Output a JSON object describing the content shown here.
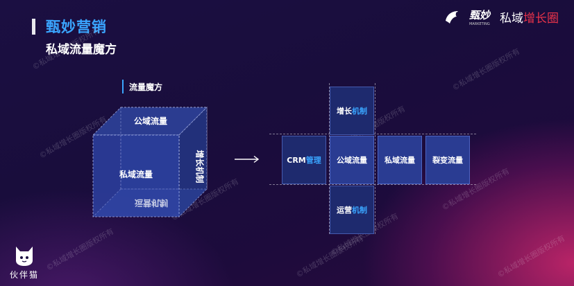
{
  "header": {
    "brand": "甄妙营销",
    "title": "私域流量魔方"
  },
  "logo": {
    "left_text": "甄妙",
    "left_sub": "MARKETING",
    "right_text_a": "私域",
    "right_text_b": "增长圈"
  },
  "watermark": "©私域增长圈版权所有",
  "cube": {
    "label": "流量魔方",
    "top_face": "公域流量",
    "front_face": "私域流量",
    "side_face": "增长机制",
    "bottom_face": "运营机制"
  },
  "net": {
    "top": {
      "text": "增长",
      "accent": "机制"
    },
    "left": {
      "text": "CRM",
      "accent": "管理"
    },
    "center": "公域流量",
    "right1": "私域流量",
    "right2": "裂变流量",
    "bottom": {
      "text": "运营",
      "accent": "机制"
    }
  },
  "bottom_logo": {
    "text": "伙伴猫"
  },
  "colors": {
    "accent": "#3aa5ff",
    "face_dark": "#1e2a6e",
    "face_mid": "#2a3c92"
  }
}
